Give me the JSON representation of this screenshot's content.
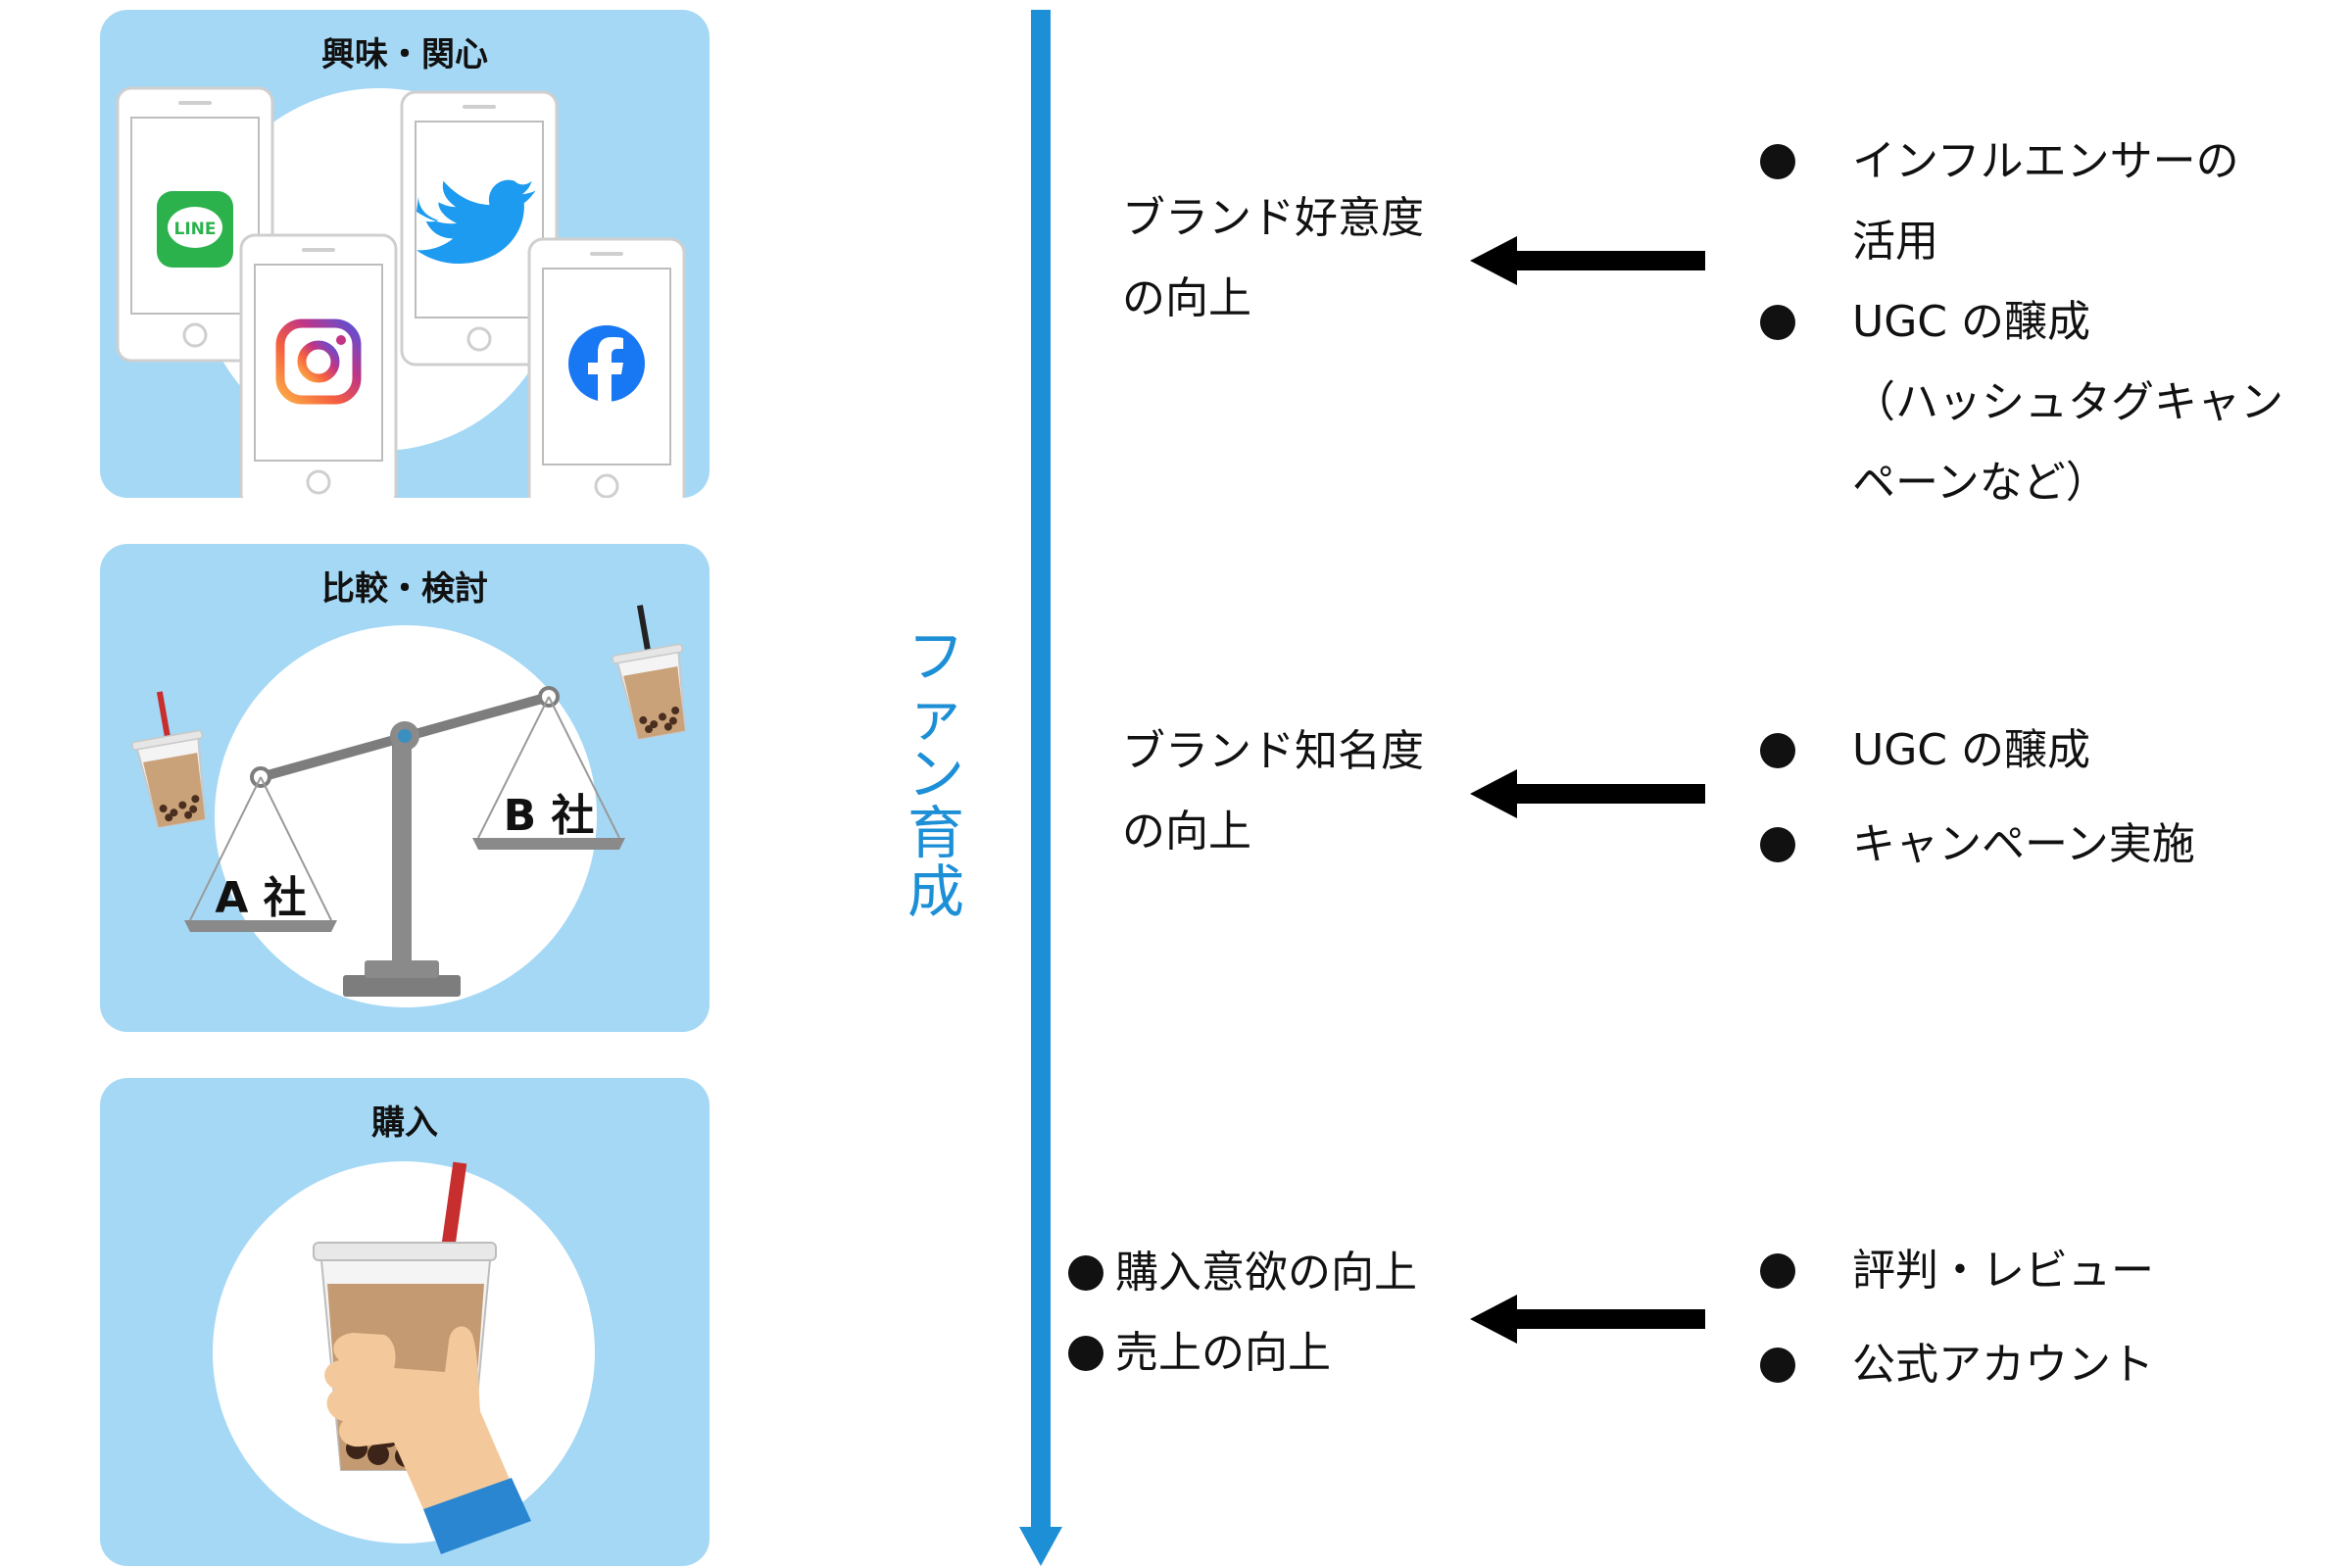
{
  "stages": [
    {
      "title": "興味・関心"
    },
    {
      "title": "比較・検討",
      "company_a": "A 社",
      "company_b": "B 社"
    },
    {
      "title": "購入"
    }
  ],
  "axis": {
    "label": "ファン育成",
    "color": "#1d8fd6"
  },
  "effects": [
    {
      "lines": [
        "ブランド好意度",
        "の向上"
      ]
    },
    {
      "lines": [
        "ブランド知名度",
        "の向上"
      ]
    },
    {
      "lines": [
        "購入意欲の向上",
        "売上の向上"
      ],
      "bulleted": true
    }
  ],
  "tactics": [
    {
      "items": [
        [
          "インフルエンサーの",
          "活用"
        ],
        [
          "UGC の醸成",
          "（ハッシュタグキャン",
          "ペーンなど）"
        ]
      ]
    },
    {
      "items": [
        [
          "UGC の醸成"
        ],
        [
          "キャンペーン実施"
        ]
      ]
    },
    {
      "items": [
        [
          "評判・レビュー"
        ],
        [
          "公式アカウント"
        ]
      ]
    }
  ],
  "icons": [
    "line-app-icon",
    "instagram-icon",
    "twitter-icon",
    "facebook-icon",
    "balance-scale-icon",
    "bubble-tea-icon"
  ],
  "colors": {
    "panel": "#a5d8f5",
    "axis": "#1d8fd6",
    "text": "#111111"
  }
}
